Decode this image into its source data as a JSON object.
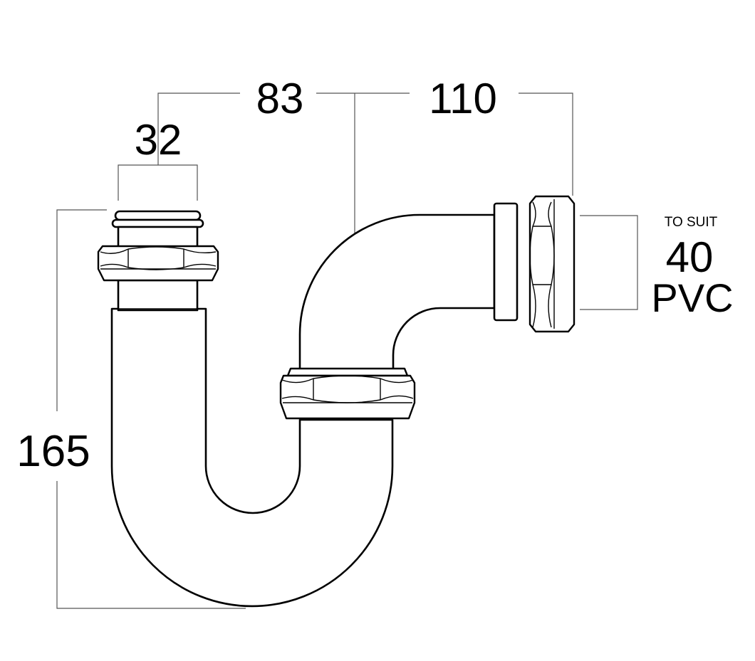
{
  "dimensions": {
    "inlet_diameter": "32",
    "horizontal_offset": "83",
    "outlet_length": "110",
    "overall_height": "165"
  },
  "outlet_note": {
    "line1": "TO SUIT",
    "line2": "40",
    "line3": "PVC"
  },
  "colors": {
    "line": "#000000",
    "dimension_line": "#555555",
    "background": "#ffffff"
  }
}
